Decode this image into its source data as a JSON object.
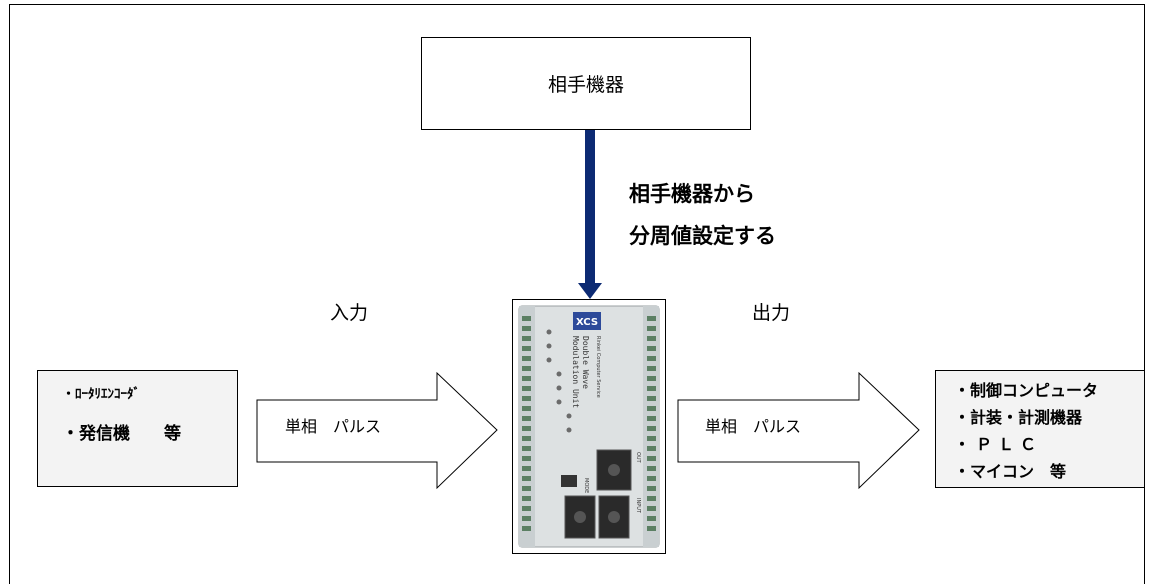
{
  "peer_device": {
    "label": "相手機器"
  },
  "setting_note": {
    "line1": "相手機器から",
    "line2": "分周値設定する"
  },
  "input_label": "入力",
  "output_label": "出力",
  "left_arrow": {
    "label": "単相　パルス"
  },
  "right_arrow": {
    "label": "単相　パルス"
  },
  "source_list": {
    "item1": "・ﾛｰﾀﾘｴﾝｺｰﾀﾞ",
    "item2": "・発信機　　等"
  },
  "dest_list": {
    "item1": "・制御コンピュータ",
    "item2": "・計装・計測機器",
    "item3": "・ＰＬＣ",
    "item4": "・マイコン　等"
  },
  "device": {
    "logo": "XCS",
    "title_line1": "Double Wave",
    "title_line2": "Modulation Unit",
    "maker": "Rinkei Computer Service",
    "panel_labels": {
      "mode": "MODE",
      "input": "INPUT",
      "output": "OUT"
    }
  },
  "colors": {
    "arrow_navy": "#0c2a73",
    "box_fill": "#f3f3f3",
    "device_body": "#dde1e2"
  }
}
